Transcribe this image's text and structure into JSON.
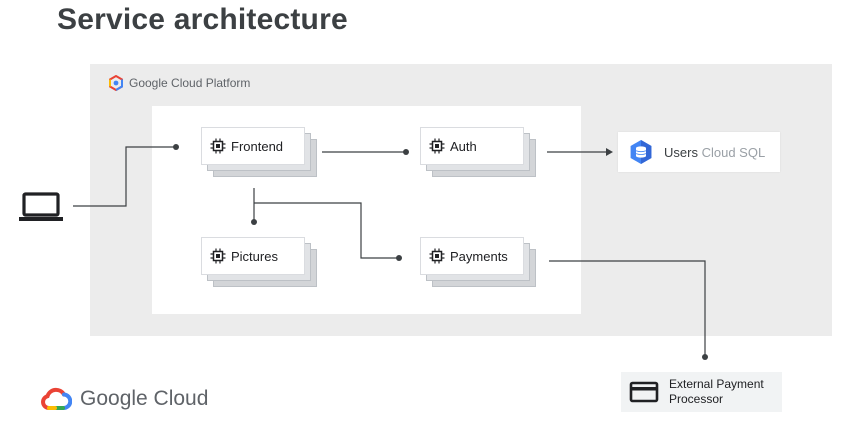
{
  "title": "Service architecture",
  "platform": {
    "label": "Google Cloud Platform"
  },
  "services": {
    "frontend": "Frontend",
    "auth": "Auth",
    "pictures": "Pictures",
    "payments": "Payments"
  },
  "database": {
    "name": "Users",
    "type": "Cloud SQL"
  },
  "external": {
    "line1": "External Payment",
    "line2": "Processor"
  },
  "brand": {
    "label": "Google Cloud"
  },
  "colors": {
    "google_blue": "#4285F4",
    "google_red": "#EA4335",
    "google_yellow": "#FBBC04",
    "google_green": "#34A853",
    "text_dark": "#3c4043",
    "region_gray": "#ececec"
  },
  "icons": {
    "client": "laptop-icon",
    "service": "chip-icon",
    "database": "cloud-sql-icon",
    "external": "credit-card-icon"
  }
}
